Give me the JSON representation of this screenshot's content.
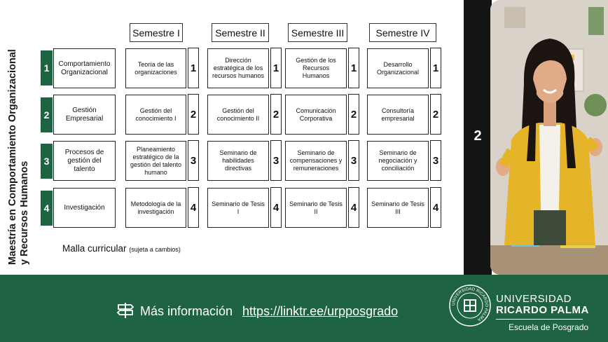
{
  "program_title_line1": "Maestría en Comportamiento Organizacional",
  "program_title_line2": "y Recursos Humanos",
  "semesters": [
    "Semestre I",
    "Semestre II",
    "Semestre III",
    "Semestre IV"
  ],
  "rows": [
    {
      "number": "1",
      "label": "Comportamiento Organizacional"
    },
    {
      "number": "2",
      "label": "Gestión Empresarial"
    },
    {
      "number": "3",
      "label": "Procesos de gestión del talento"
    },
    {
      "number": "4",
      "label": "Investigación"
    }
  ],
  "courses": [
    [
      "Teoría de las organizaciones",
      "Dirección estratégica de los recursos humanos",
      "Gestión de los Recursos Humanos",
      "Desarrollo Organizacional"
    ],
    [
      "Gestión del conocimiento I",
      "Gestión del conocimiento II",
      "Comunicación Corporativa",
      "Consultoría empresarial"
    ],
    [
      "Planeamiento estratégico de la gestión del talento humano",
      "Seminario de habilidades directivas",
      "Seminario de compensaciones y remuneraciones",
      "Seminario de negociación y conciliación"
    ],
    [
      "Metodología de la investigación",
      "Seminario de Tesis I",
      "Seminario de Tesis II",
      "Seminario de Tesis III"
    ]
  ],
  "tags": [
    "1",
    "2",
    "3",
    "4"
  ],
  "malla": {
    "label": "Malla curricular",
    "note": "(sujeta a cambios)"
  },
  "slide_number": "2",
  "footer": {
    "info_label": "Más información",
    "info_link": "https://linktr.ee/urpposgrado",
    "university_line1": "UNIVERSIDAD",
    "university_line2": "RICARDO PALMA",
    "school": "Escuela de Posgrado",
    "seal_text": "UNIVERSIDAD RICARDO PALMA"
  },
  "colors": {
    "brand_green": "#1f6442",
    "dark_strip": "#141414",
    "jacket_yellow": "#e5b428"
  }
}
